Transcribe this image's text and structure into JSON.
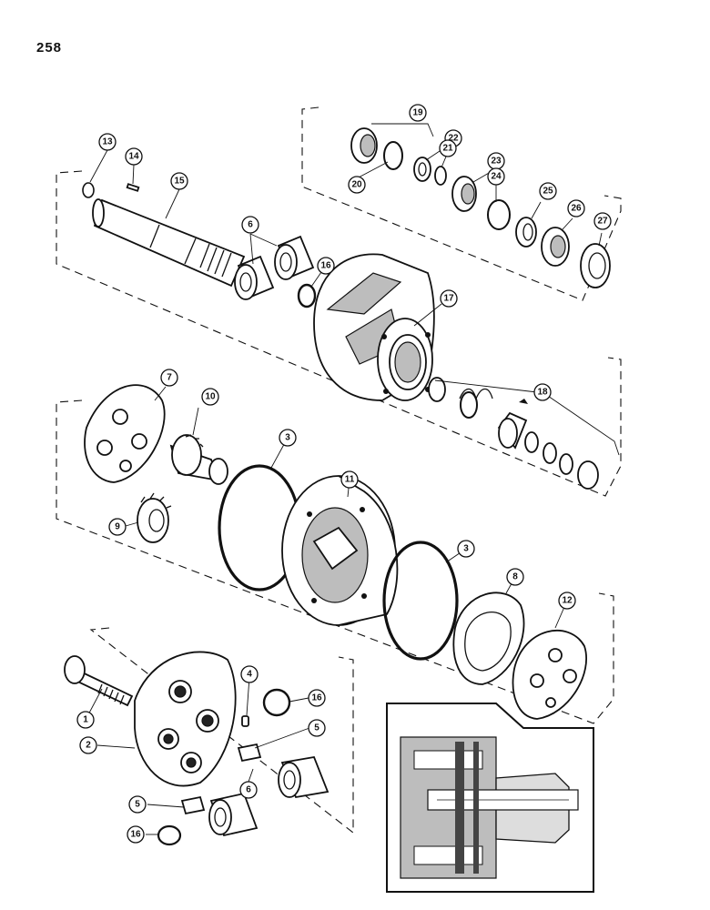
{
  "page_number": "258",
  "callouts": [
    {
      "id": "c13",
      "label": "13"
    },
    {
      "id": "c14",
      "label": "14"
    },
    {
      "id": "c15",
      "label": "15"
    },
    {
      "id": "c6a",
      "label": "6"
    },
    {
      "id": "c16a",
      "label": "16"
    },
    {
      "id": "c17",
      "label": "17"
    },
    {
      "id": "c19",
      "label": "19"
    },
    {
      "id": "c20",
      "label": "20"
    },
    {
      "id": "c22",
      "label": "22"
    },
    {
      "id": "c21",
      "label": "21"
    },
    {
      "id": "c23",
      "label": "23"
    },
    {
      "id": "c24",
      "label": "24"
    },
    {
      "id": "c25",
      "label": "25"
    },
    {
      "id": "c26",
      "label": "26"
    },
    {
      "id": "c27",
      "label": "27"
    },
    {
      "id": "c18",
      "label": "18"
    },
    {
      "id": "c7",
      "label": "7"
    },
    {
      "id": "c10",
      "label": "10"
    },
    {
      "id": "c3a",
      "label": "3"
    },
    {
      "id": "c11",
      "label": "11"
    },
    {
      "id": "c9",
      "label": "9"
    },
    {
      "id": "c3b",
      "label": "3"
    },
    {
      "id": "c8",
      "label": "8"
    },
    {
      "id": "c12",
      "label": "12"
    },
    {
      "id": "c4",
      "label": "4"
    },
    {
      "id": "c16b",
      "label": "16"
    },
    {
      "id": "c1",
      "label": "1"
    },
    {
      "id": "c5a",
      "label": "5"
    },
    {
      "id": "c2",
      "label": "2"
    },
    {
      "id": "c6b",
      "label": "6"
    },
    {
      "id": "c5b",
      "label": "5"
    },
    {
      "id": "c16c",
      "label": "16"
    }
  ]
}
